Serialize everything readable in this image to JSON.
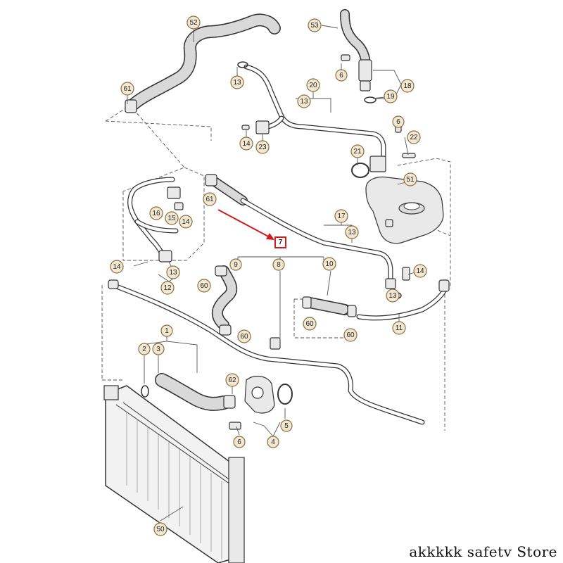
{
  "callouts": [
    {
      "id": "c52",
      "text": "52"
    },
    {
      "id": "c53",
      "text": "53"
    },
    {
      "id": "c61a",
      "text": "61"
    },
    {
      "id": "c6a",
      "text": "6"
    },
    {
      "id": "c18",
      "text": "18"
    },
    {
      "id": "c19",
      "text": "19"
    },
    {
      "id": "c13a",
      "text": "13"
    },
    {
      "id": "c20",
      "text": "20"
    },
    {
      "id": "c13b",
      "text": "13"
    },
    {
      "id": "c6b",
      "text": "6"
    },
    {
      "id": "c22",
      "text": "22"
    },
    {
      "id": "c21",
      "text": "21"
    },
    {
      "id": "c14a",
      "text": "14"
    },
    {
      "id": "c23",
      "text": "23"
    },
    {
      "id": "c51",
      "text": "51"
    },
    {
      "id": "c61b",
      "text": "61"
    },
    {
      "id": "c16",
      "text": "16"
    },
    {
      "id": "c15",
      "text": "15"
    },
    {
      "id": "c14b",
      "text": "14"
    },
    {
      "id": "c17",
      "text": "17"
    },
    {
      "id": "c13c",
      "text": "13"
    },
    {
      "id": "c9",
      "text": "9"
    },
    {
      "id": "c8",
      "text": "8"
    },
    {
      "id": "c10",
      "text": "10"
    },
    {
      "id": "c14c",
      "text": "14"
    },
    {
      "id": "c13d",
      "text": "13"
    },
    {
      "id": "c14d",
      "text": "14"
    },
    {
      "id": "c12",
      "text": "12"
    },
    {
      "id": "c60a",
      "text": "60"
    },
    {
      "id": "c13e",
      "text": "13"
    },
    {
      "id": "c60b",
      "text": "60"
    },
    {
      "id": "c60c",
      "text": "60"
    },
    {
      "id": "c11",
      "text": "11"
    },
    {
      "id": "c60d",
      "text": "60"
    },
    {
      "id": "c1",
      "text": "1"
    },
    {
      "id": "c2",
      "text": "2"
    },
    {
      "id": "c3",
      "text": "3"
    },
    {
      "id": "c62",
      "text": "62"
    },
    {
      "id": "c5",
      "text": "5"
    },
    {
      "id": "c6c",
      "text": "6"
    },
    {
      "id": "c4",
      "text": "4"
    },
    {
      "id": "c50",
      "text": "50"
    }
  ],
  "highlight": {
    "text": "7",
    "color": "#d11a1a"
  },
  "watermark": "akkkkk safetv Store",
  "colors": {
    "callout_fill": "#f1e7d2",
    "callout_stroke": "#8a6d3b",
    "highlight": "#d11a1a"
  }
}
